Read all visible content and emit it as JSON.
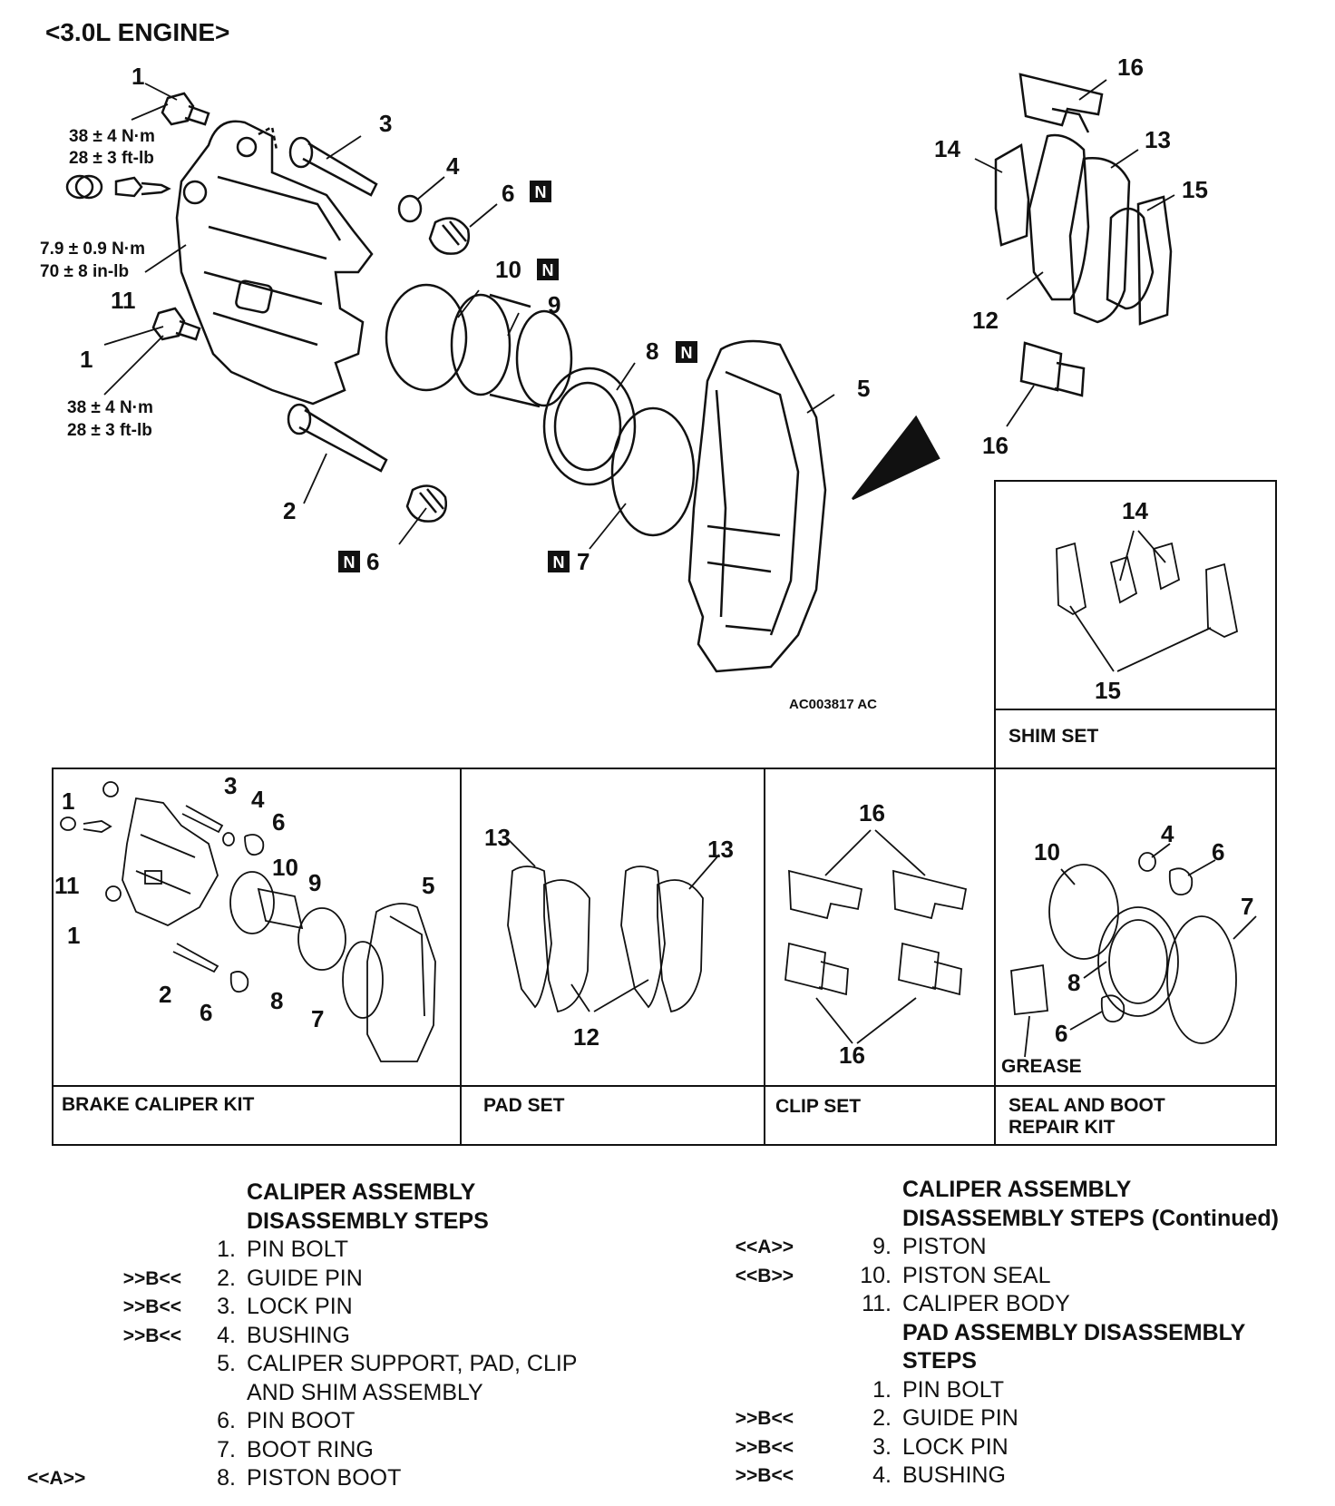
{
  "header": {
    "title": "<3.0L ENGINE>"
  },
  "figure_code": "AC003817 AC",
  "torque": {
    "pin_bolt_upper": [
      "38 ± 4 N·m",
      "28 ± 3 ft-lb"
    ],
    "bleeder": [
      "7.9 ± 0.9 N·m",
      "70 ± 8 in-lb"
    ],
    "pin_bolt_lower": [
      "38 ± 4 N·m",
      "28 ± 3 ft-lb"
    ]
  },
  "callouts_main": [
    "1",
    "3",
    "4",
    "6",
    "10",
    "9",
    "8",
    "5",
    "11",
    "1",
    "2",
    "6",
    "7",
    "16",
    "14",
    "13",
    "15",
    "12",
    "16"
  ],
  "new_part_marker": "N",
  "kits": {
    "shim_set": {
      "label": "SHIM SET",
      "callouts": [
        "14",
        "15"
      ]
    },
    "brake_caliper_kit": {
      "label": "BRAKE CALIPER KIT",
      "callouts": [
        "1",
        "3",
        "4",
        "6",
        "10",
        "9",
        "5",
        "11",
        "1",
        "2",
        "6",
        "8",
        "7"
      ]
    },
    "pad_set": {
      "label": "PAD SET",
      "callouts": [
        "13",
        "13",
        "12"
      ]
    },
    "clip_set": {
      "label": "CLIP SET",
      "callouts": [
        "16",
        "16"
      ]
    },
    "seal_boot_kit": {
      "label": "SEAL AND BOOT REPAIR KIT",
      "line1": "SEAL AND BOOT",
      "line2": "REPAIR KIT",
      "callouts": [
        "4",
        "10",
        "6",
        "7",
        "8",
        "6"
      ],
      "grease": "GREASE"
    }
  },
  "left_steps": {
    "heading1": "CALIPER ASSEMBLY",
    "heading2": "DISASSEMBLY STEPS",
    "items": [
      {
        "mark": "",
        "num": "1.",
        "text": "PIN BOLT"
      },
      {
        "mark": ">>B<<",
        "num": "2.",
        "text": "GUIDE PIN"
      },
      {
        "mark": ">>B<<",
        "num": "3.",
        "text": "LOCK PIN"
      },
      {
        "mark": ">>B<<",
        "num": "4.",
        "text": "BUSHING"
      },
      {
        "mark": "",
        "num": "5.",
        "text": "CALIPER SUPPORT, PAD, CLIP"
      },
      {
        "mark": "",
        "num": "",
        "text": "AND SHIM ASSEMBLY"
      },
      {
        "mark": "",
        "num": "6.",
        "text": "PIN BOOT"
      },
      {
        "mark": "",
        "num": "7.",
        "text": "BOOT RING"
      },
      {
        "mark": "<<A>>",
        "num": "8.",
        "text": "PISTON BOOT"
      }
    ]
  },
  "right_steps": {
    "heading1": "CALIPER ASSEMBLY",
    "heading2": "DISASSEMBLY STEPS",
    "heading2_suffix": "(Continued)",
    "items": [
      {
        "mark": "<<A>>",
        "num": "9.",
        "text": "PISTON"
      },
      {
        "mark": "<<B>>",
        "num": "10.",
        "text": "PISTON SEAL"
      },
      {
        "mark": "",
        "num": "11.",
        "text": "CALIPER BODY"
      }
    ],
    "heading3": "PAD ASSEMBLY DISASSEMBLY",
    "heading4": "STEPS",
    "pad_items": [
      {
        "mark": "",
        "num": "1.",
        "text": "PIN BOLT"
      },
      {
        "mark": ">>B<<",
        "num": "2.",
        "text": "GUIDE PIN"
      },
      {
        "mark": ">>B<<",
        "num": "3.",
        "text": "LOCK PIN"
      },
      {
        "mark": ">>B<<",
        "num": "4.",
        "text": "BUSHING"
      }
    ]
  }
}
